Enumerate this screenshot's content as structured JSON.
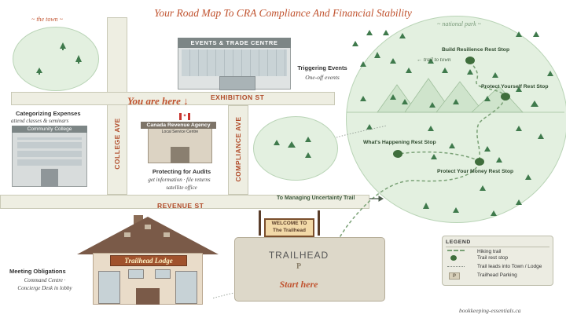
{
  "title": "Your Road Map To CRA Compliance And Financial Stability",
  "areas": {
    "town": "~ the town ~",
    "national_park": "~ national park ~",
    "trail_to_town": "← trail to town"
  },
  "roads": {
    "exhibition": "EXHIBITION ST",
    "revenue": "REVENUE ST",
    "college": "COLLEGE AVE",
    "compliance": "COMPLIANCE AVE"
  },
  "you_are_here": "You are here ↓",
  "events_centre": {
    "sign": "EVENTS & TRADE CENTRE",
    "label": "Triggering Events",
    "sub": "One-off events"
  },
  "cra": {
    "sign": "Canada Revenue Agency",
    "sub_sign": "Local Service Centre",
    "label": "Protecting for Audits",
    "sub_line1": "get information · file returns",
    "sub_line2": "satellite office"
  },
  "college": {
    "sign": "Community College",
    "label": "Categorizing Expenses",
    "sub": "attend classes & seminars"
  },
  "lodge": {
    "sign": "Trailhead Lodge",
    "label": "Meeting Obligations",
    "sub_line1": "Command Centre ·",
    "sub_line2": "Concierge Desk in lobby"
  },
  "trailhead": {
    "sign_line1": "WELCOME TO",
    "sign_line2": "The Trailhead",
    "title": "TRAILHEAD",
    "parking": "P",
    "start": "Start here"
  },
  "uncertainty_trail": "To Managing Uncertainty Trail",
  "rest_stops": {
    "build_resilience": "Build Resilience Rest Stop",
    "protect_yourself": "Protect Yourself Rest Stop",
    "whats_happening": "What's Happening Rest Stop",
    "protect_money": "Protect Your Money Rest Stop"
  },
  "legend": {
    "title": "LEGEND",
    "items": [
      {
        "label": "Hiking trail",
        "icon": "dashed-line-icon"
      },
      {
        "label": "Trail rest stop",
        "icon": "rest-stop-dot-icon"
      },
      {
        "label": "Trail leads into Town / Lodge",
        "icon": "dotted-line-icon"
      },
      {
        "label": "Trailhead Parking",
        "icon": "parking-sign-icon"
      }
    ]
  },
  "footer": "bookkeeping-essentials.ca",
  "colors": {
    "accent": "#c0522e",
    "park": "#e3f0e0",
    "tree": "#3f7a4c",
    "road": "#eeeee2"
  }
}
